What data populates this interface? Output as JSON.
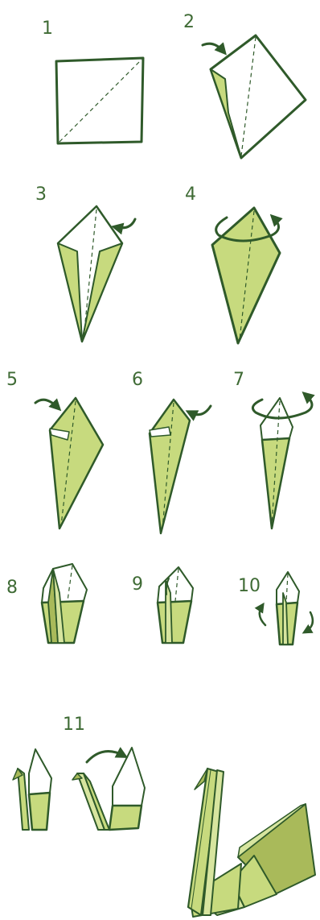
{
  "colors": {
    "paper_white": "#ffffff",
    "paper_green": "#c7da7e",
    "paper_green_light": "#d7e59f",
    "paper_green_dark": "#a9ba5a",
    "outline": "#2f5a2a",
    "arrow": "#2f5a2a",
    "number_text": "#3f6b35"
  },
  "steps": [
    {
      "number": "1"
    },
    {
      "number": "2"
    },
    {
      "number": "3"
    },
    {
      "number": "4"
    },
    {
      "number": "5"
    },
    {
      "number": "6"
    },
    {
      "number": "7"
    },
    {
      "number": "8"
    },
    {
      "number": "9"
    },
    {
      "number": "10"
    },
    {
      "number": "11"
    }
  ],
  "icons": {
    "fold_arrow": "curved-arrow-icon",
    "rotate_arrow": "rotate-arrow-icon",
    "result": "origami-swan"
  }
}
